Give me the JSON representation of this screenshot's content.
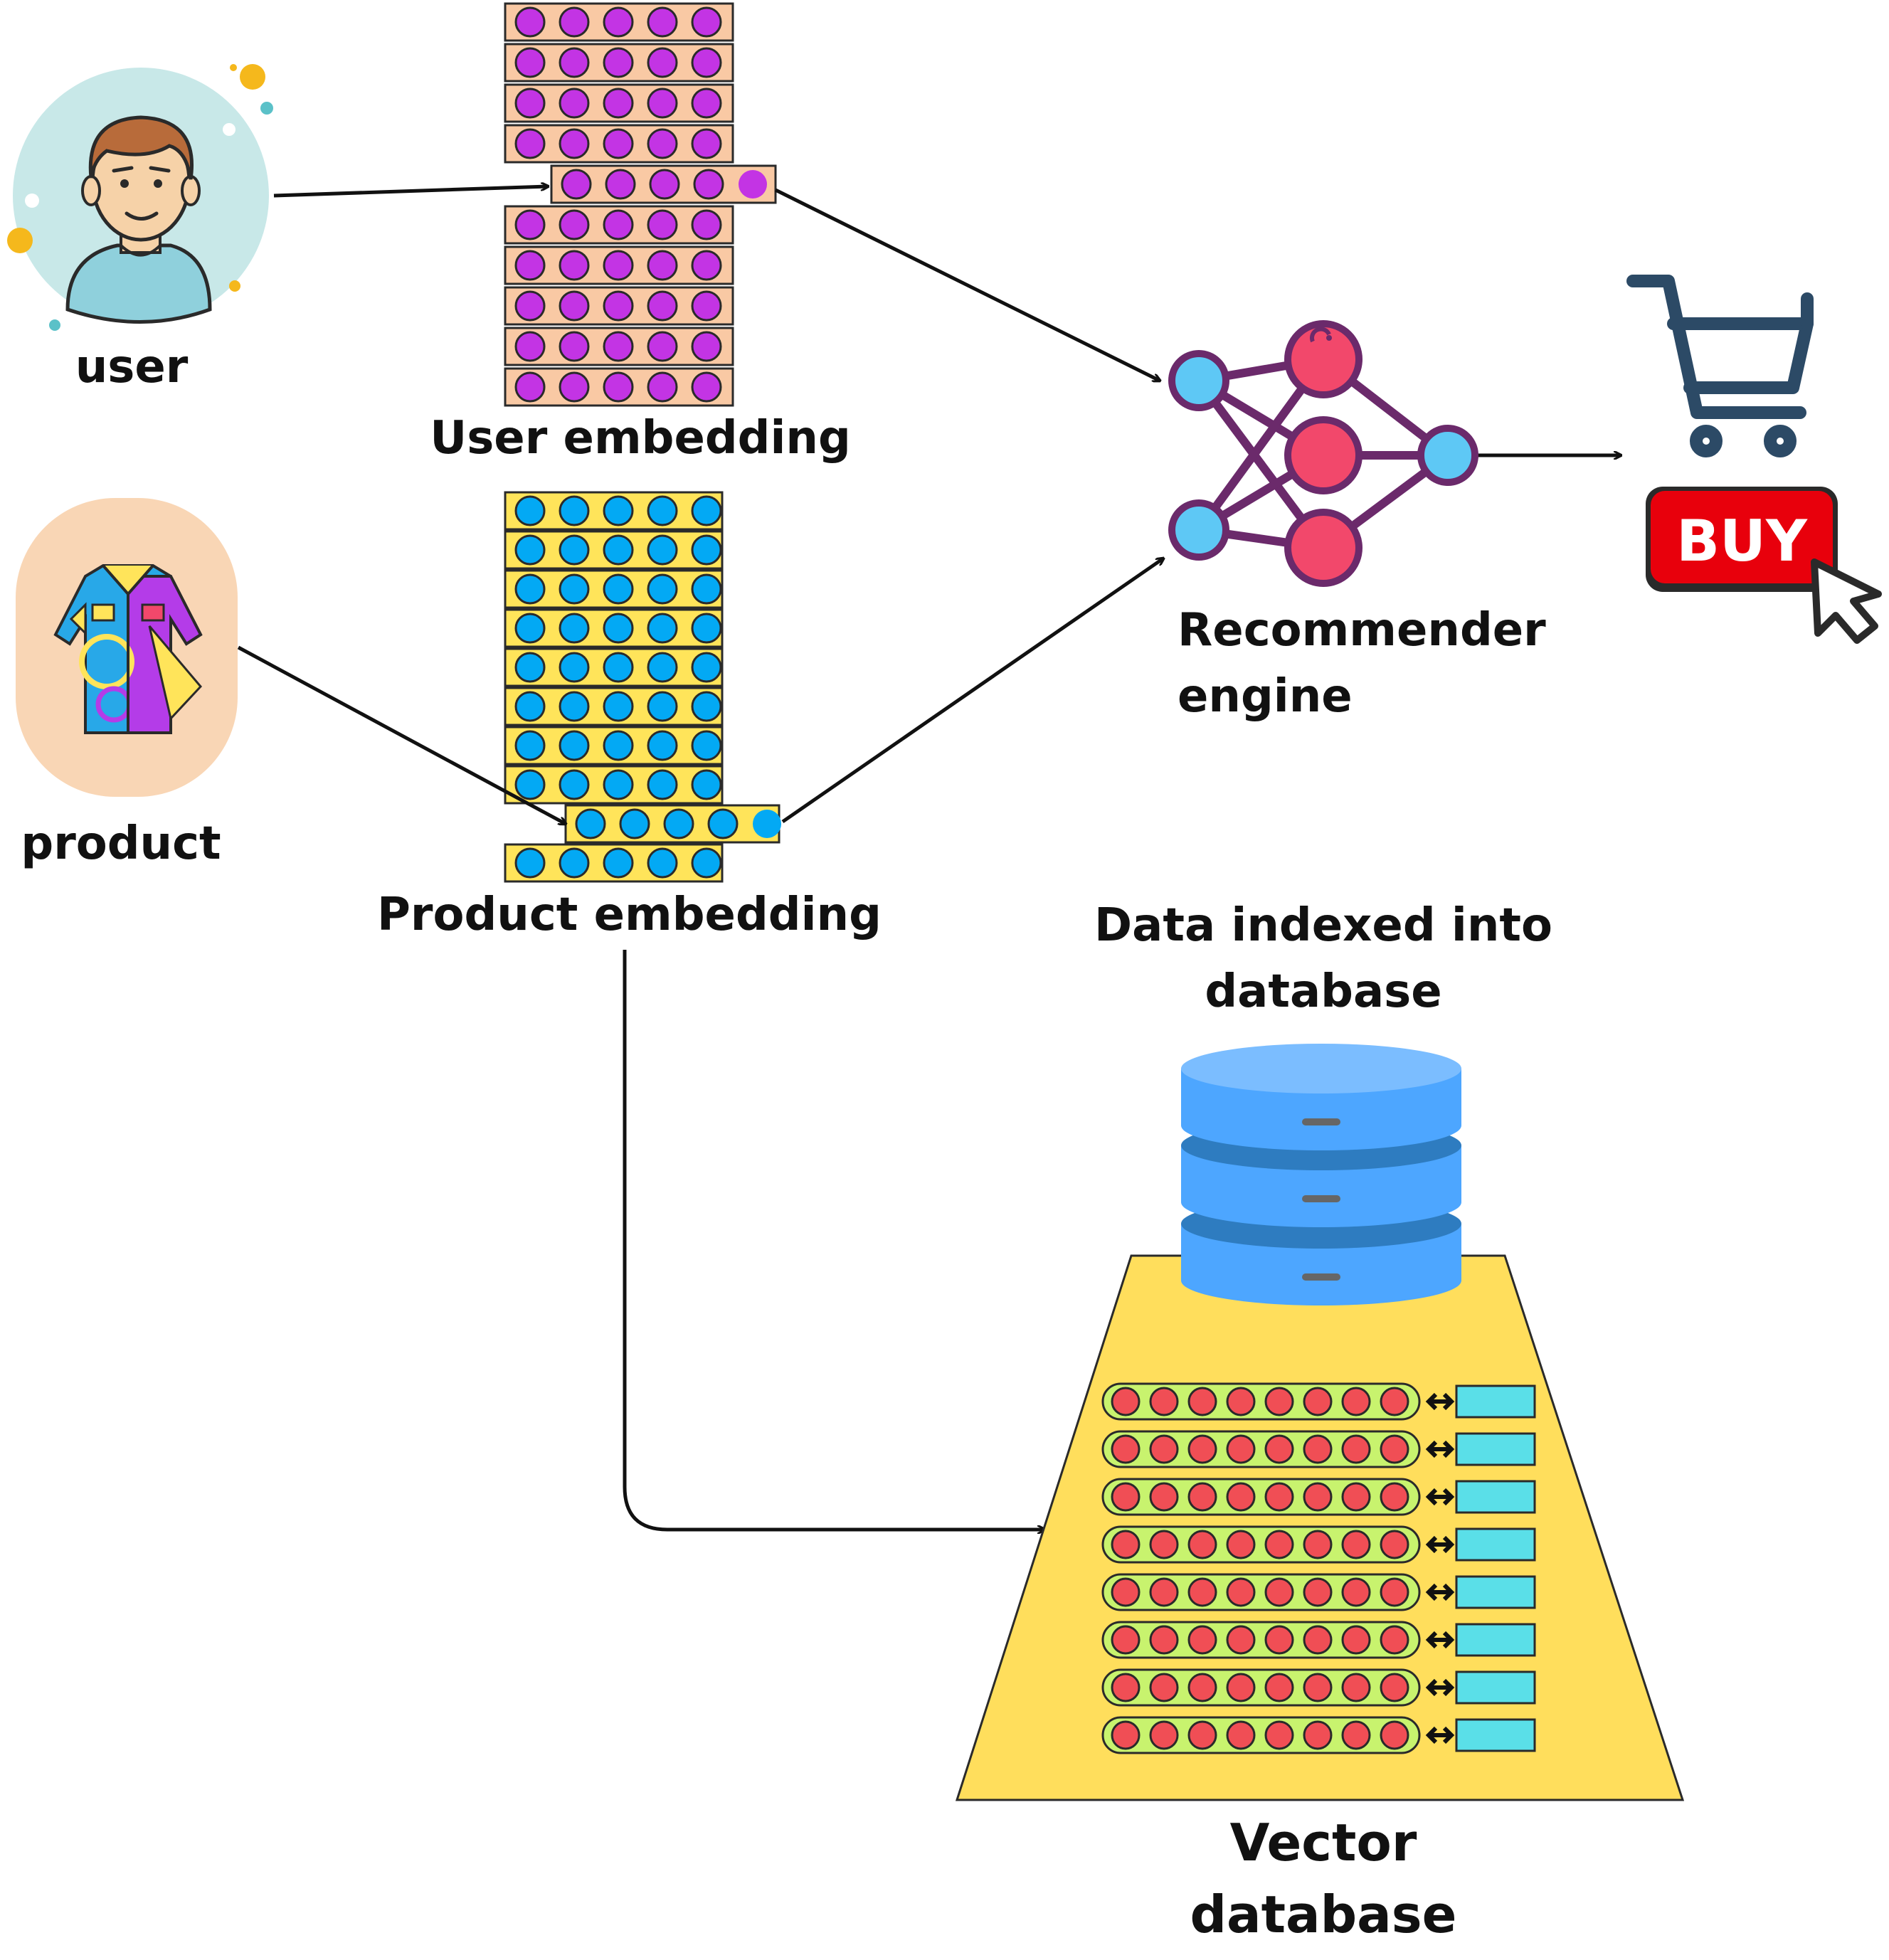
{
  "labels": {
    "user": "user",
    "product": "product",
    "user_embedding": "User embedding",
    "product_embedding": "Product embedding",
    "recommender_engine": [
      "Recommender",
      "engine"
    ],
    "data_indexed": [
      "Data indexed into",
      "database"
    ],
    "vector_database": [
      "Vector",
      "database"
    ],
    "buy_button": "BUY"
  },
  "icons": {
    "user": "user-avatar-icon",
    "product": "shirt-icon",
    "recommender": "neural-network-icon",
    "cart": "shopping-cart-icon",
    "cursor": "mouse-pointer-icon",
    "database": "database-stack-icon"
  },
  "colors": {
    "user_embedding_cell": "#F9C9A4",
    "user_embedding_dot": "#C334E4",
    "product_embedding_cell": "#FFE45A",
    "product_embedding_dot": "#03A9F4",
    "vector_row_fill": "#C8F36E",
    "vector_row_dot": "#F04E55",
    "vector_id_box": "#5ADFE8",
    "funnel": "#FFDE5C",
    "database": "#4DA6FF",
    "buy_button": "#E8000C",
    "network_node_blue": "#5EC8F5",
    "network_node_pink": "#F2486B",
    "network_edge": "#6B2A6B",
    "cart": "#2C4A66"
  },
  "structure": {
    "user_embedding_rows": 10,
    "user_embedding_highlight_row": 5,
    "product_embedding_rows": 10,
    "product_embedding_highlight_row": 9,
    "dots_per_embedding_row": 5,
    "vector_db_rows": 8,
    "dots_per_vector_row": 8
  }
}
